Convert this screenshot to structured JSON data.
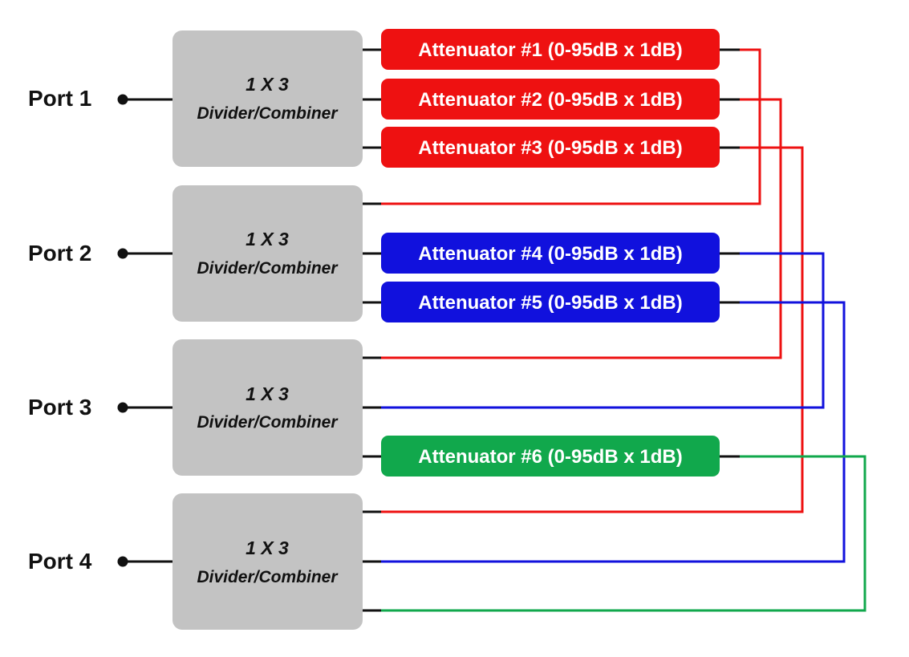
{
  "ports": [
    {
      "label": "Port 1"
    },
    {
      "label": "Port 2"
    },
    {
      "label": "Port 3"
    },
    {
      "label": "Port 4"
    }
  ],
  "dividers": [
    {
      "title": "1 X 3",
      "subtitle": "Divider/Combiner"
    },
    {
      "title": "1 X 3",
      "subtitle": "Divider/Combiner"
    },
    {
      "title": "1 X 3",
      "subtitle": "Divider/Combiner"
    },
    {
      "title": "1 X 3",
      "subtitle": "Divider/Combiner"
    }
  ],
  "attenuators": [
    {
      "label": "Attenuator #1 (0-95dB x 1dB)",
      "color": "#ee1111"
    },
    {
      "label": "Attenuator #2 (0-95dB x 1dB)",
      "color": "#ee1111"
    },
    {
      "label": "Attenuator #3 (0-95dB x 1dB)",
      "color": "#ee1111"
    },
    {
      "label": "Attenuator #4 (0-95dB x 1dB)",
      "color": "#1111dd"
    },
    {
      "label": "Attenuator #5 (0-95dB x 1dB)",
      "color": "#1111dd"
    },
    {
      "label": "Attenuator #6 (0-95dB x 1dB)",
      "color": "#11a84c"
    }
  ],
  "colors": {
    "divider_fill": "#c3c3c3",
    "line_black": "#111111",
    "red": "#ee1111",
    "blue": "#1111dd",
    "green": "#11a84c"
  }
}
